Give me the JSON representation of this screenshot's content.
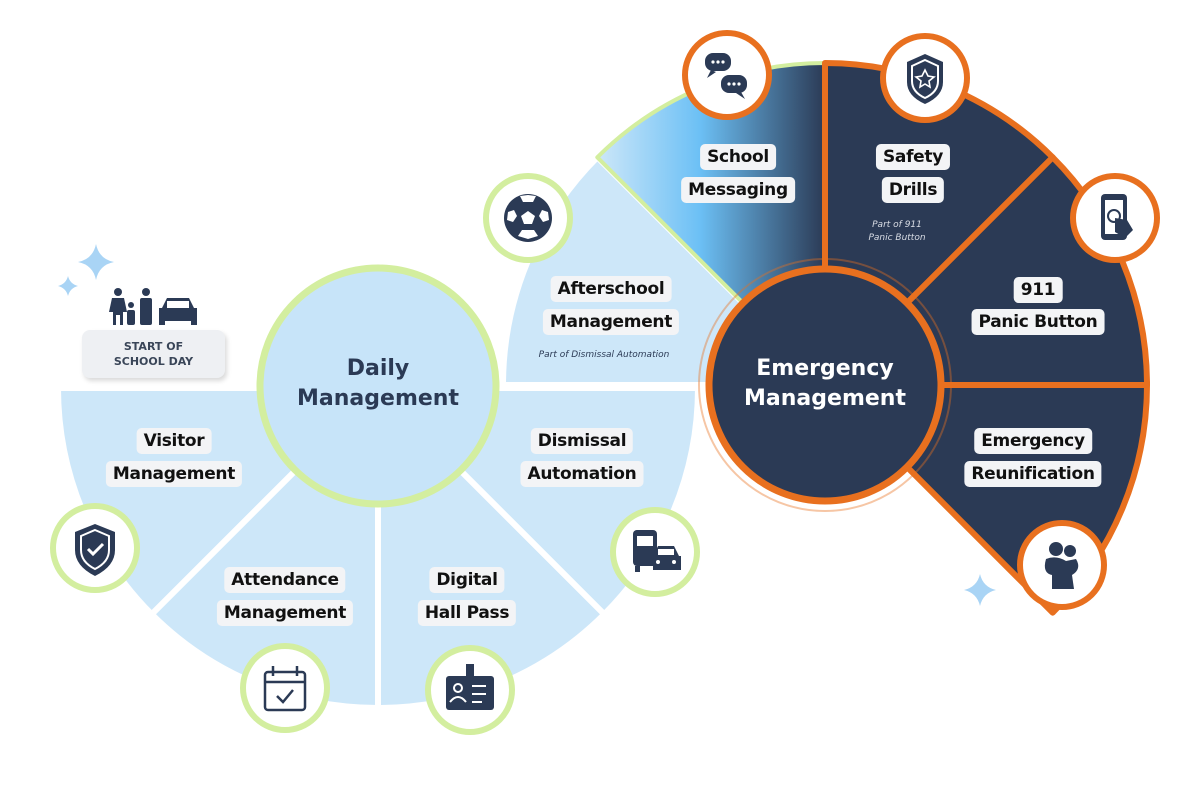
{
  "colors": {
    "navy": "#2b3a55",
    "orange": "#e8701f",
    "light_blue": "#cde7f9",
    "green": "#d3ee9f",
    "sparkle": "#a9d4f5"
  },
  "start": {
    "line1": "START OF",
    "line2": "SCHOOL DAY",
    "icon": "family-car-icon"
  },
  "daily": {
    "line1": "Daily",
    "line2": "Management",
    "segments": [
      {
        "line1": "Visitor",
        "line2": "Management",
        "icon": "shield-check-icon"
      },
      {
        "line1": "Attendance",
        "line2": "Management",
        "icon": "calendar-check-icon"
      },
      {
        "line1": "Digital",
        "line2": "Hall Pass",
        "icon": "id-badge-icon"
      },
      {
        "line1": "Dismissal",
        "line2": "Automation",
        "icon": "bus-car-icon"
      }
    ]
  },
  "emergency": {
    "line1": "Emergency",
    "line2": "Management",
    "segments": [
      {
        "line1": "Afterschool",
        "line2": "Management",
        "note": "Part of Dismissal Automation",
        "icon": "soccer-ball-icon"
      },
      {
        "line1": "School",
        "line2": "Messaging",
        "icon": "chat-bubbles-icon"
      },
      {
        "line1": "Safety",
        "line2": "Drills",
        "note1": "Part of 911",
        "note2": "Panic Button",
        "icon": "police-badge-icon"
      },
      {
        "line1": "911",
        "line2": "Panic Button",
        "icon": "phone-tap-icon"
      },
      {
        "line1": "Emergency",
        "line2": "Reunification",
        "icon": "hug-icon"
      }
    ]
  }
}
